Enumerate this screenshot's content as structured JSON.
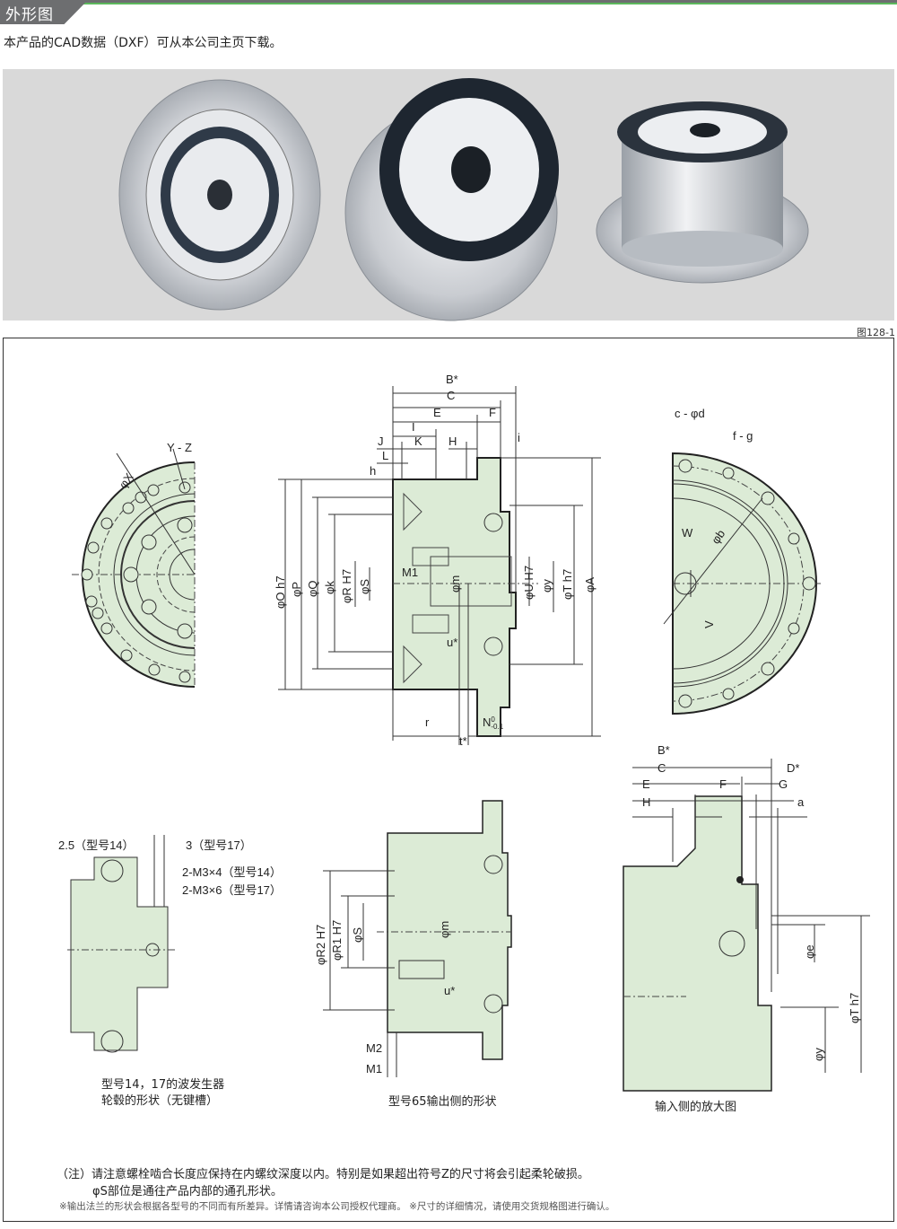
{
  "header": {
    "section_title": "外形图",
    "intro_text": "本产品的CAD数据（DXF）可从本公司主页下载。"
  },
  "photos": {
    "items": [
      {
        "name": "reducer-front-view"
      },
      {
        "name": "reducer-angled-view"
      },
      {
        "name": "reducer-side-view"
      }
    ]
  },
  "figure": {
    "label": "图128-1"
  },
  "left_view": {
    "labels": {
      "y_z": "Y - Z",
      "phi_x": "φX"
    }
  },
  "section_view": {
    "top_dims": {
      "b_star": "B*",
      "c": "C",
      "e": "E",
      "f": "F",
      "i_lower": "I",
      "j": "J",
      "k_upper": "K",
      "h_upper": "H",
      "l": "L",
      "i_small": "i",
      "h_small": "h"
    },
    "side_dims": {
      "o_h7": "φO h7",
      "p": "φP",
      "q": "φQ",
      "k": "φk",
      "r_h7": "φR H7",
      "s": "φS",
      "m1": "M1",
      "m": "φm",
      "u_h7": "φU H7",
      "y": "φy",
      "t_h7": "φT h7",
      "a": "φA",
      "u_star": "u*"
    },
    "bottom_dims": {
      "r": "r",
      "t_star": "t*",
      "n": "N",
      "n_tol_upper": "0",
      "n_tol_lower": "-0.1"
    }
  },
  "right_view": {
    "labels": {
      "c_phi_d": "c - φd",
      "f_g": "f - g",
      "w": "W",
      "phi_b": "φb",
      "v": "V"
    }
  },
  "hub_detail": {
    "dim_14": "2.5（型号14）",
    "dim_17": "3（型号17）",
    "screw_14": "2-M3×4（型号14）",
    "screw_17": "2-M3×6（型号17）",
    "caption_line1": "型号14，17的波发生器",
    "caption_line2": "轮毂的形状（无键槽）"
  },
  "model65_view": {
    "labels": {
      "r2_h7": "φR2 H7",
      "r1_h7": "φR1 H7",
      "s": "φS",
      "m": "φm",
      "u_star": "u*",
      "m2": "M2",
      "m1": "M1"
    },
    "caption": "型号65输出侧的形状"
  },
  "input_detail": {
    "labels": {
      "b_star": "B*",
      "c": "C",
      "d_star": "D*",
      "e": "E",
      "f": "F",
      "g": "G",
      "h": "H",
      "a": "a",
      "phi_e": "φe",
      "t_h7": "φT h7",
      "phi_y": "φy"
    },
    "caption": "输入侧的放大图"
  },
  "notes": {
    "note1": "（注）请注意螺栓啮合长度应保持在内螺纹深度以内。特别是如果超出符号Z的尺寸将会引起柔轮破损。",
    "note2": "φS部位是通往产品内部的通孔形状。",
    "footnote": "※输出法兰的形状会根据各型号的不同而有所差异。详情请咨询本公司授权代理商。 ※尺寸的详细情况，请使用交货规格图进行确认。"
  },
  "colors": {
    "part_fill": "#dcebd6",
    "line": "#333333",
    "header_gray": "#6d6e70",
    "accent_green": "#5cb85c",
    "photo_bg": "#d9d9d9"
  }
}
